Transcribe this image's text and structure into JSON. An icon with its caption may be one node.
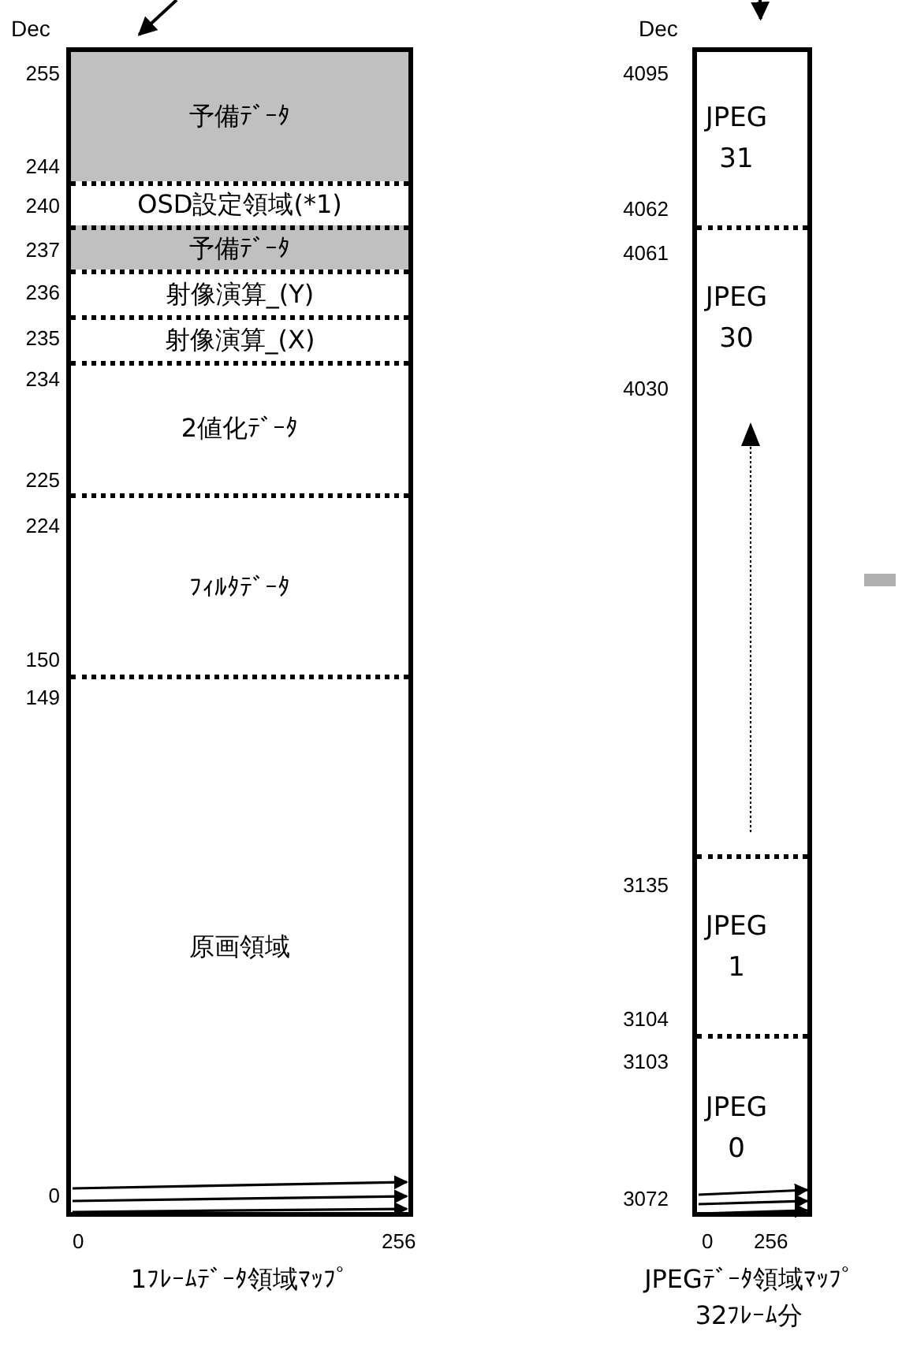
{
  "diagram": {
    "nodes": [
      {
        "text": [],
        "shape": "box",
        "beside": [
          "1ﾌﾚｰﾑﾃﾞｰﾀ領域ﾏｯﾌﾟ"
        ]
      },
      {
        "text": [
          "予備ﾃﾞｰﾀ"
        ],
        "in": 0
      },
      {
        "text": [
          "OSD設定領域(*1)"
        ],
        "in": 0
      },
      {
        "text": [
          "予備ﾃﾞｰﾀ"
        ],
        "in": 0
      },
      {
        "text": [
          "射像演算_(Y)"
        ],
        "in": 0
      },
      {
        "text": [
          "射像演算_(X)"
        ],
        "in": 0
      },
      {
        "text": [
          "2値化ﾃﾞｰﾀ"
        ],
        "in": 0
      },
      {
        "text": [
          "ﾌｨﾙﾀﾃﾞｰﾀ"
        ],
        "in": 0
      },
      {
        "text": [
          "原画領域"
        ],
        "in": 0
      },
      {
        "text": [],
        "shape": "box",
        "beside": [
          "JPEGﾃﾞｰﾀ領域ﾏｯﾌﾟ 32ﾌﾚｰﾑ分"
        ]
      },
      {
        "text": [
          "JPEG 31"
        ],
        "in": 9
      },
      {
        "text": [
          "JPEG 30"
        ],
        "in": 9
      },
      {
        "text": [
          "JPEG 1"
        ],
        "in": 9
      },
      {
        "text": [
          "JPEG 0"
        ],
        "in": 9
      }
    ],
    "edges": [
      {
        "from": null,
        "to": 0,
        "arrow": "to"
      },
      {
        "from": null,
        "to": 9,
        "arrow": "to"
      }
    ],
    "labels": [
      "Dec",
      "255",
      "244",
      "240",
      "237",
      "236",
      "235",
      "234",
      "225",
      "224",
      "150",
      "149",
      "0",
      "0",
      "256",
      "Dec",
      "4095",
      "4062",
      "4061",
      "4030",
      "3135",
      "3104",
      "3103",
      "3072",
      "0",
      "256"
    ]
  }
}
